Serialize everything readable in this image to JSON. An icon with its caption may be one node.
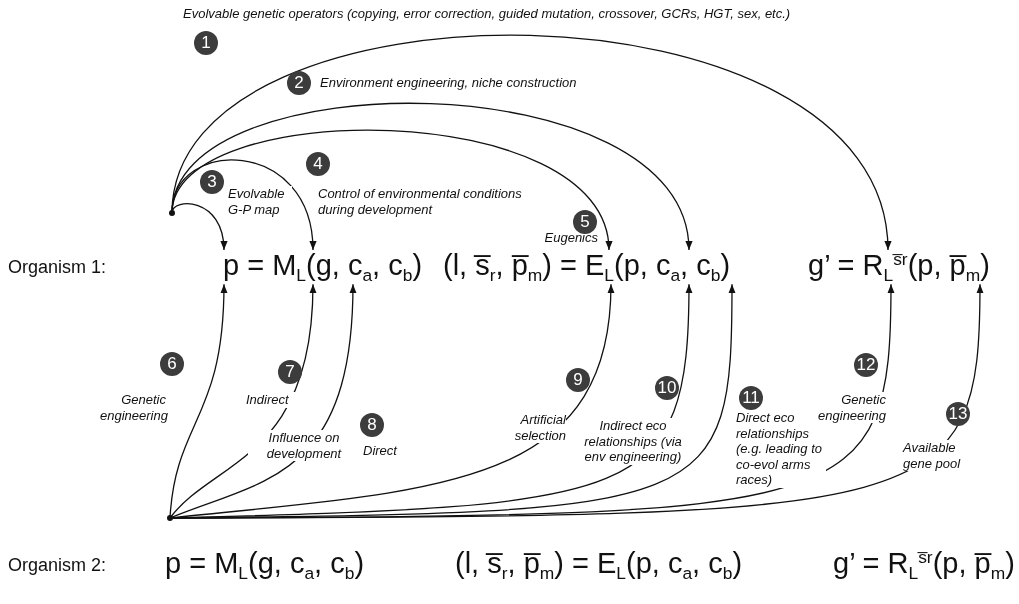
{
  "diagram": {
    "nodes": [
      {
        "text": [],
        "shape": "circle"
      },
      {
        "text": [
          "p = M$_{L}$(g, c$_{a}$, c$_{b}$)"
        ]
      },
      {
        "text": [
          "(l, s̅$_{r}$, p̅$_{m}$) = E$_{L}$(p, c$_{a}$, c$_{b}$)"
        ]
      },
      {
        "text": [
          "g’ = R$_{L}$$^{s̅r}$(p, p̅$_{m}$)"
        ]
      },
      {
        "text": [],
        "shape": "circle"
      },
      {
        "text": [
          "p = M$_{L}$(g, c$_{a}$, c$_{b}$)"
        ]
      },
      {
        "text": [
          "(l, s̅$_{r}$, p̅$_{m}$) = E$_{L}$(p, c$_{a}$, c$_{b}$)"
        ]
      },
      {
        "text": [
          "g’ = R$_{L}$$^{s̅r}$(p, p̅$_{m}$)"
        ]
      }
    ],
    "edges": [
      {
        "from": 0,
        "to": 3,
        "arrow": "to",
        "label": "Evolvable genetic operators (copying, error correction, guided mutation, crossover, GCRs, HGT, sex, etc.)"
      },
      {
        "from": 0,
        "to": 2,
        "arrow": "to",
        "label": "Environment engineering, niche construction"
      },
      {
        "from": 0,
        "to": 1,
        "arrow": "to",
        "label": "Evolvable G-P map"
      },
      {
        "from": 0,
        "to": 1,
        "arrow": "to",
        "label": "Control of environmental conditions during development"
      },
      {
        "from": 0,
        "to": 2,
        "arrow": "to",
        "label": "Eugenics"
      },
      {
        "from": 4,
        "to": 1,
        "arrow": "to",
        "label": "Genetic engineering"
      },
      {
        "from": 4,
        "to": 1,
        "arrow": "to",
        "label": "Indirect"
      },
      {
        "from": 4,
        "to": 1,
        "arrow": "to",
        "label": "Direct"
      },
      {
        "from": 4,
        "to": 2,
        "arrow": "to",
        "label": "Artificial selection"
      },
      {
        "from": 4,
        "to": 2,
        "arrow": "to",
        "label": "Indirect eco relationships (via env engineering)"
      },
      {
        "from": 4,
        "to": 2,
        "arrow": "to",
        "label": "Direct eco relationships (e.g. leading to co-evol arms races)"
      },
      {
        "from": 4,
        "to": 3,
        "arrow": "to",
        "label": "Genetic engineering"
      },
      {
        "from": 4,
        "to": 3,
        "arrow": "to",
        "label": "Available gene pool"
      }
    ],
    "labels": [
      "1",
      "2",
      "3",
      "4",
      "5",
      "Organism 1:",
      "6",
      "7",
      "Influence on development",
      "8",
      "9",
      "10",
      "11",
      "12",
      "13",
      "Organism 2:"
    ]
  }
}
